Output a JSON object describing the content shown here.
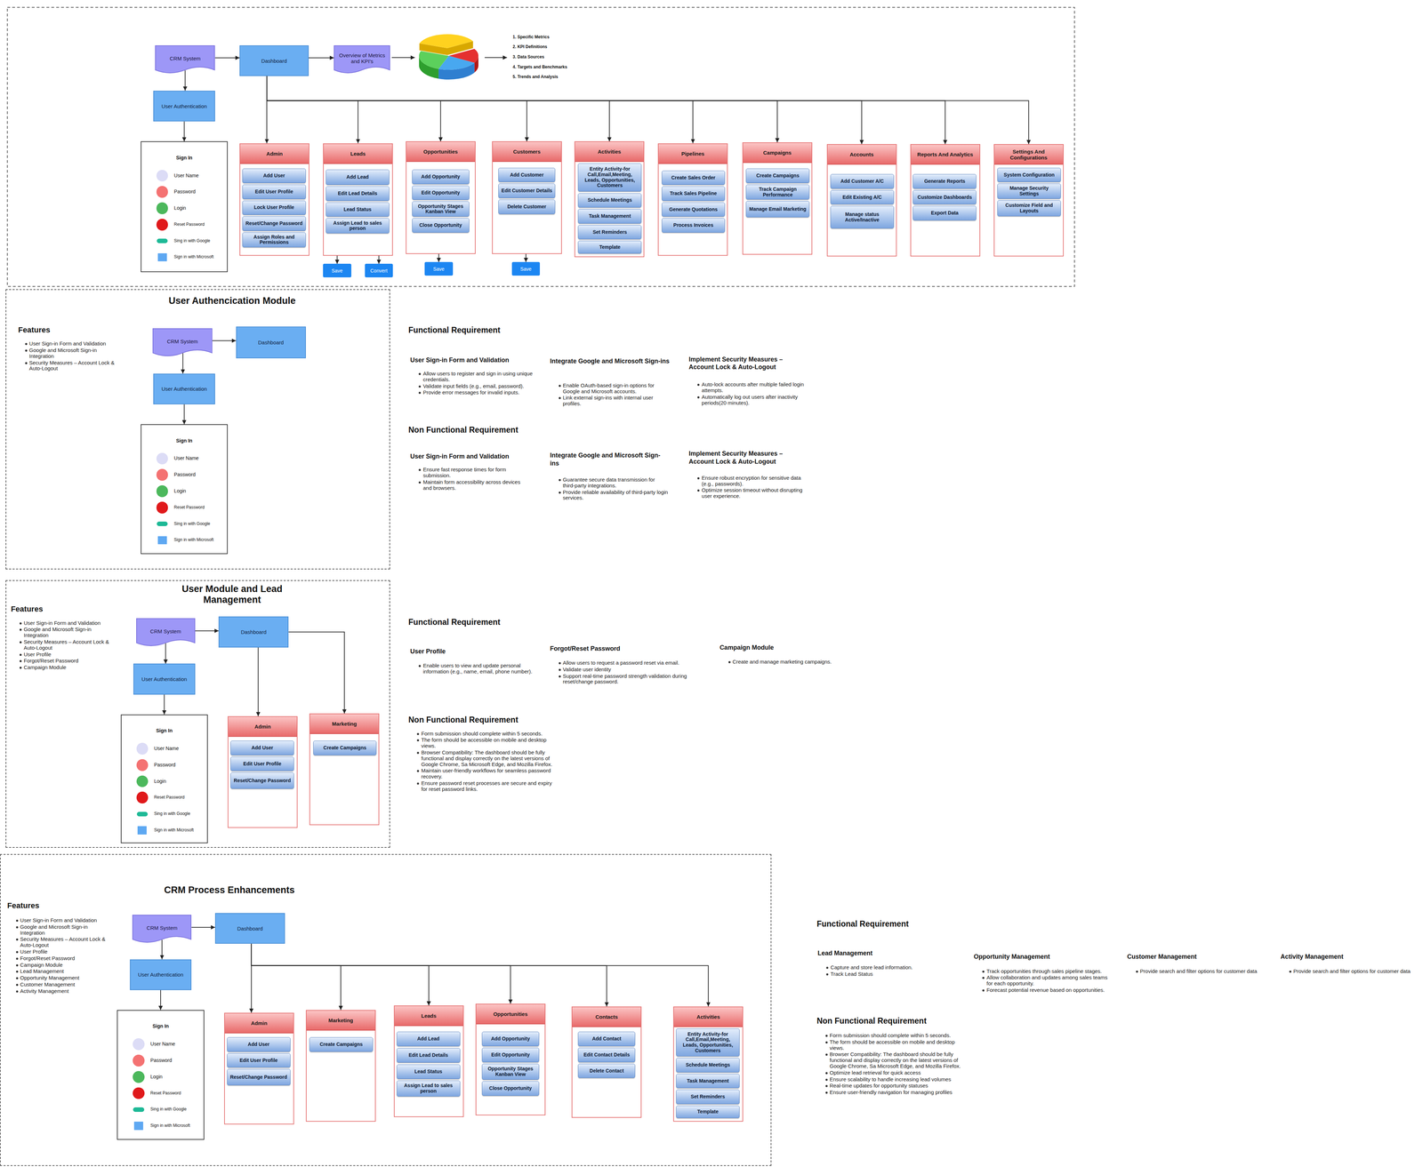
{
  "diagram": {
    "nodes": [
      {
        "text": [
          "CRM System"
        ]
      },
      {
        "text": [
          "Dashboard"
        ]
      },
      {
        "text": [
          "Overview of Metrics and KPI's"
        ]
      },
      {
        "text": [
          "User Authentication"
        ]
      },
      {
        "text": [
          "Sign In",
          "User Name",
          "Password",
          "Login",
          "Reset Password",
          "Sing in with Google",
          "Sign in with Microsoft"
        ]
      },
      {
        "text": [
          "Admin"
        ]
      },
      {
        "text": [
          "Add User"
        ],
        "in": 5
      },
      {
        "text": [
          "Edit User Profile"
        ],
        "in": 5
      },
      {
        "text": [
          "Lock User Profile"
        ],
        "in": 5
      },
      {
        "text": [
          "Reset/Change Password"
        ],
        "in": 5
      },
      {
        "text": [
          "Assign Roles and Permissions"
        ],
        "in": 5
      },
      {
        "text": [
          "Leads"
        ]
      },
      {
        "text": [
          "Add Lead"
        ],
        "in": 11
      },
      {
        "text": [
          "Edit Lead Details"
        ],
        "in": 11
      },
      {
        "text": [
          "Lead Status"
        ],
        "in": 11
      },
      {
        "text": [
          "Assign Lead to sales person"
        ],
        "in": 11
      },
      {
        "text": [
          "Save"
        ]
      },
      {
        "text": [
          "Convert"
        ]
      },
      {
        "text": [
          "Opportunities"
        ]
      },
      {
        "text": [
          "Add Opportunity"
        ],
        "in": 18
      },
      {
        "text": [
          "Edit Opportunity"
        ],
        "in": 18
      },
      {
        "text": [
          "Opportunity Stages Kanban View"
        ],
        "in": 18
      },
      {
        "text": [
          "Close Opportunity"
        ],
        "in": 18
      },
      {
        "text": [
          "Save"
        ]
      },
      {
        "text": [
          "Customers"
        ]
      },
      {
        "text": [
          "Add Customer"
        ],
        "in": 24
      },
      {
        "text": [
          "Edit Customer Details"
        ],
        "in": 24
      },
      {
        "text": [
          "Delete Customer"
        ],
        "in": 24
      },
      {
        "text": [
          "Save"
        ]
      },
      {
        "text": [
          "Activities"
        ]
      },
      {
        "text": [
          "Entity Activity-for Call,Email,Meeting, Leads, Opportunities, Customers"
        ],
        "in": 29
      },
      {
        "text": [
          "Schedule Meetings"
        ],
        "in": 29
      },
      {
        "text": [
          "Task Management"
        ],
        "in": 29
      },
      {
        "text": [
          "Set Reminders"
        ],
        "in": 29
      },
      {
        "text": [
          "Template"
        ],
        "in": 29
      },
      {
        "text": [
          "Pipelines"
        ]
      },
      {
        "text": [
          "Create Sales Order"
        ],
        "in": 35
      },
      {
        "text": [
          "Track Sales Pipeline"
        ],
        "in": 35
      },
      {
        "text": [
          "Generate Quotations"
        ],
        "in": 35
      },
      {
        "text": [
          "Process Invoices"
        ],
        "in": 35
      },
      {
        "text": [
          "Campaigns"
        ]
      },
      {
        "text": [
          "Create Campaigns"
        ],
        "in": 40
      },
      {
        "text": [
          "Track Campaign Performance"
        ],
        "in": 40
      },
      {
        "text": [
          "Manage Email Marketing"
        ],
        "in": 40
      },
      {
        "text": [
          "Accounts"
        ]
      },
      {
        "text": [
          "Add Customer A/C"
        ],
        "in": 44
      },
      {
        "text": [
          "Edit Existing A/C"
        ],
        "in": 44
      },
      {
        "text": [
          "Manage status Active/Inactive"
        ],
        "in": 44
      },
      {
        "text": [
          "Reports And Analytics"
        ]
      },
      {
        "text": [
          "Generate Reports"
        ],
        "in": 48
      },
      {
        "text": [
          "Customize Dashboards"
        ],
        "in": 48
      },
      {
        "text": [
          "Export Data"
        ],
        "in": 48
      },
      {
        "text": [
          "Settings And Configurations"
        ]
      },
      {
        "text": [
          "System Configuration"
        ],
        "in": 52
      },
      {
        "text": [
          "Manage Security Settings"
        ],
        "in": 52
      },
      {
        "text": [
          "Customize Field and Layouts"
        ],
        "in": 52
      },
      {
        "text": [
          "User Authencication Module"
        ]
      },
      {
        "text": [
          "CRM System"
        ],
        "in": 56
      },
      {
        "text": [
          "Dashboard"
        ],
        "in": 56
      },
      {
        "text": [
          "User Authentication"
        ],
        "in": 56
      },
      {
        "text": [
          "Sign In",
          "User Name",
          "Password",
          "Login",
          "Reset Password",
          "Sing in with Google",
          "Sign in with Microsoft"
        ],
        "in": 56
      },
      {
        "text": [
          "User Module and Lead Management"
        ]
      },
      {
        "text": [
          "CRM System"
        ],
        "in": 61
      },
      {
        "text": [
          "Dashboard"
        ],
        "in": 61
      },
      {
        "text": [
          "User Authentication"
        ],
        "in": 61
      },
      {
        "text": [
          "Sign In",
          "User Name",
          "Password",
          "Login",
          "Reset Password",
          "Sing in with Google",
          "Sign in with Microsoft"
        ],
        "in": 61
      },
      {
        "text": [
          "Admin"
        ],
        "in": 61
      },
      {
        "text": [
          "Add User"
        ],
        "in": 66
      },
      {
        "text": [
          "Edit User Profile"
        ],
        "in": 66
      },
      {
        "text": [
          "Reset/Change Password"
        ],
        "in": 66
      },
      {
        "text": [
          "Marketing"
        ],
        "in": 61
      },
      {
        "text": [
          "Create Campaigns"
        ],
        "in": 70
      },
      {
        "text": [
          "CRM Process Enhancements"
        ]
      },
      {
        "text": [
          "CRM System"
        ],
        "in": 72
      },
      {
        "text": [
          "Dashboard"
        ],
        "in": 72
      },
      {
        "text": [
          "User Authentication"
        ],
        "in": 72
      },
      {
        "text": [
          "Sign In",
          "User Name",
          "Password",
          "Login",
          "Reset Password",
          "Sing in with Google",
          "Sign in with Microsoft"
        ],
        "in": 72
      },
      {
        "text": [
          "Admin"
        ],
        "in": 72
      },
      {
        "text": [
          "Add User"
        ],
        "in": 77
      },
      {
        "text": [
          "Edit User Profile"
        ],
        "in": 77
      },
      {
        "text": [
          "Reset/Change Password"
        ],
        "in": 77
      },
      {
        "text": [
          "Marketing"
        ],
        "in": 72
      },
      {
        "text": [
          "Create Campaigns"
        ],
        "in": 81
      },
      {
        "text": [
          "Leads"
        ],
        "in": 72
      },
      {
        "text": [
          "Add Lead"
        ],
        "in": 83
      },
      {
        "text": [
          "Edit Lead Details"
        ],
        "in": 83
      },
      {
        "text": [
          "Lead Status"
        ],
        "in": 83
      },
      {
        "text": [
          "Assign Lead to sales person"
        ],
        "in": 83
      },
      {
        "text": [
          "Opportunities"
        ],
        "in": 72
      },
      {
        "text": [
          "Add Opportunity"
        ],
        "in": 88
      },
      {
        "text": [
          "Edit Opportunity"
        ],
        "in": 88
      },
      {
        "text": [
          "Opportunity Stages Kanban View"
        ],
        "in": 88
      },
      {
        "text": [
          "Close Opportunity"
        ],
        "in": 88
      },
      {
        "text": [
          "Contacts"
        ],
        "in": 72
      },
      {
        "text": [
          "Add Contact"
        ],
        "in": 93
      },
      {
        "text": [
          "Edit Contact Details"
        ],
        "in": 93
      },
      {
        "text": [
          "Delete Contact"
        ],
        "in": 93
      },
      {
        "text": [
          "Activities"
        ],
        "in": 72
      },
      {
        "text": [
          "Entity Activity-for Call,Email,Meeting, Leads, Opportunities, Customers"
        ],
        "in": 97
      },
      {
        "text": [
          "Schedule Meetings"
        ],
        "in": 97
      },
      {
        "text": [
          "Task Management"
        ],
        "in": 97
      },
      {
        "text": [
          "Set Reminders"
        ],
        "in": 97
      },
      {
        "text": [
          "Template"
        ],
        "in": 97
      }
    ],
    "edges": [
      {
        "from": 0,
        "to": 1,
        "arrow": "to"
      },
      {
        "from": 1,
        "to": 2,
        "arrow": "to"
      },
      {
        "from": 0,
        "to": 3,
        "arrow": "to"
      },
      {
        "from": 3,
        "to": 4,
        "arrow": "to"
      },
      {
        "from": 1,
        "to": 5,
        "arrow": "to"
      },
      {
        "from": 1,
        "to": 11,
        "arrow": "to"
      },
      {
        "from": 1,
        "to": 18,
        "arrow": "to"
      },
      {
        "from": 1,
        "to": 24,
        "arrow": "to"
      },
      {
        "from": 1,
        "to": 29,
        "arrow": "to"
      },
      {
        "from": 1,
        "to": 35,
        "arrow": "to"
      },
      {
        "from": 1,
        "to": 40,
        "arrow": "to"
      },
      {
        "from": 1,
        "to": 44,
        "arrow": "to"
      },
      {
        "from": 1,
        "to": 48,
        "arrow": "to"
      },
      {
        "from": 1,
        "to": 52,
        "arrow": "to"
      },
      {
        "from": 11,
        "to": 16,
        "arrow": "to"
      },
      {
        "from": 11,
        "to": 17,
        "arrow": "to"
      },
      {
        "from": 18,
        "to": 23,
        "arrow": "to"
      },
      {
        "from": 24,
        "to": 28,
        "arrow": "to"
      },
      {
        "from": 57,
        "to": 58,
        "arrow": "to"
      },
      {
        "from": 57,
        "to": 59,
        "arrow": "to"
      },
      {
        "from": 59,
        "to": 60,
        "arrow": "to"
      },
      {
        "from": 62,
        "to": 63,
        "arrow": "to"
      },
      {
        "from": 62,
        "to": 64,
        "arrow": "to"
      },
      {
        "from": 64,
        "to": 65,
        "arrow": "to"
      },
      {
        "from": 63,
        "to": 66,
        "arrow": "to"
      },
      {
        "from": 63,
        "to": 70,
        "arrow": "to"
      },
      {
        "from": 73,
        "to": 74,
        "arrow": "to"
      },
      {
        "from": 73,
        "to": 75,
        "arrow": "to"
      },
      {
        "from": 75,
        "to": 76,
        "arrow": "to"
      },
      {
        "from": 74,
        "to": 77,
        "arrow": "to"
      },
      {
        "from": 74,
        "to": 81,
        "arrow": "to"
      },
      {
        "from": 74,
        "to": 83,
        "arrow": "to"
      },
      {
        "from": 74,
        "to": 88,
        "arrow": "to"
      },
      {
        "from": 74,
        "to": 93,
        "arrow": "to"
      },
      {
        "from": 74,
        "to": 97,
        "arrow": "to"
      }
    ],
    "labels": [
      "1. Specific Metrics",
      "2. KPI Definitions",
      "3. Data Sources",
      "4. Targets and Benchmarks",
      "5. Trends and Analysis",
      "Features",
      "User Sign-in Form and Validation",
      "Google and Microsoft Sign-in Integration",
      "Security Measures – Account Lock & Auto-Logout",
      "Functional Requirement",
      "User Sign-in Form and Validation",
      "Allow users to register and sign in using unique credentials.",
      "Validate input fields (e.g., email, password).",
      "Provide error messages for invalid inputs.",
      "Integrate Google and Microsoft Sign-ins",
      "Enable OAuth-based sign-in options for Google and Microsoft accounts.",
      "Link external sign-ins with internal user profiles.",
      "Implement Security Measures – Account Lock & Auto-Logout",
      "Auto-lock accounts after multiple failed login attempts.",
      "Automatically log out users after inactivity periods(20 minutes).",
      "Non Functional Requirement",
      "User Sign-in Form and Validation",
      "Ensure fast response times for form submission.",
      "Maintain form accessibility across devices and browsers.",
      "Integrate Google and Microsoft Sign-ins",
      "Guarantee secure data transmission for third-party integrations.",
      "Provide reliable availability of third-party login services.",
      "Implement Security Measures – Account Lock & Auto-Logout",
      "Ensure robust encryption for sensitive data (e.g., passwords).",
      "Optimize session timeout without disrupting user experience.",
      "Features",
      "User Sign-in Form and Validation",
      "Google and Microsoft Sign-in Integration",
      "Security Measures – Account Lock & Auto-Logout",
      "User Profile",
      "Forgot/Reset Password",
      "Campaign Module",
      "Functional Requirement",
      "User Profile",
      "Enable users to view and update personal information (e.g., name, email, phone number).",
      "Forgot/Reset Password",
      "Allow users to request a password reset via email.",
      "Validate user identity",
      "Support real-time password strength validation during reset/change password.",
      "Campaign Module",
      "Create and manage marketing campaigns.",
      "Non Functional Requirement",
      "Form submission should complete within 5 seconds.",
      "The form should be accessible on mobile and desktop views.",
      "Browser Compatibility: The dashboard should be fully functional and display correctly on the latest versions of Google Chrome, Sa Microsoft Edge, and Mozilla Firefox.",
      "Maintain user-friendly workflows for seamless password recovery.",
      "Ensure password reset processes are secure and expiry for reset password links.",
      "Features",
      "User Sign-in Form and Validation",
      "Google and Microsoft Sign-in Integration",
      "Security Measures – Account Lock & Auto-Logout",
      "User Profile",
      "Forgot/Reset Password",
      "Campaign Module",
      "Lead Management",
      "Opportunity Management",
      "Customer Management",
      "Activity Management",
      "Functional Requirement",
      "Lead Management",
      "Capture and store lead information.",
      "Track Lead Status",
      "Opportunity Management",
      "Track opportunities through sales pipeline stages.",
      "Allow collaboration and updates among sales teams for each opportunity.",
      "Forecast potential revenue based on opportunities.",
      "Customer Management",
      "Provide search and filter options for customer data",
      "Activity Management",
      "Provide search and filter options for customer data",
      "Non Functional Requirement",
      "Form submission should complete within 5 seconds.",
      "The form should be accessible on mobile and desktop views.",
      "Browser Compatibility: The dashboard should be fully functional and display correctly on the latest versions of Google Chrome, Sa Microsoft Edge, and Mozilla Firefox.",
      "Optimize lead retrieval for quick access",
      "Ensure scalability to handle increasing lead volumes",
      "Real-time updates for opportunity statuses",
      "Ensure user-friendly navigation for managing profiles"
    ]
  }
}
